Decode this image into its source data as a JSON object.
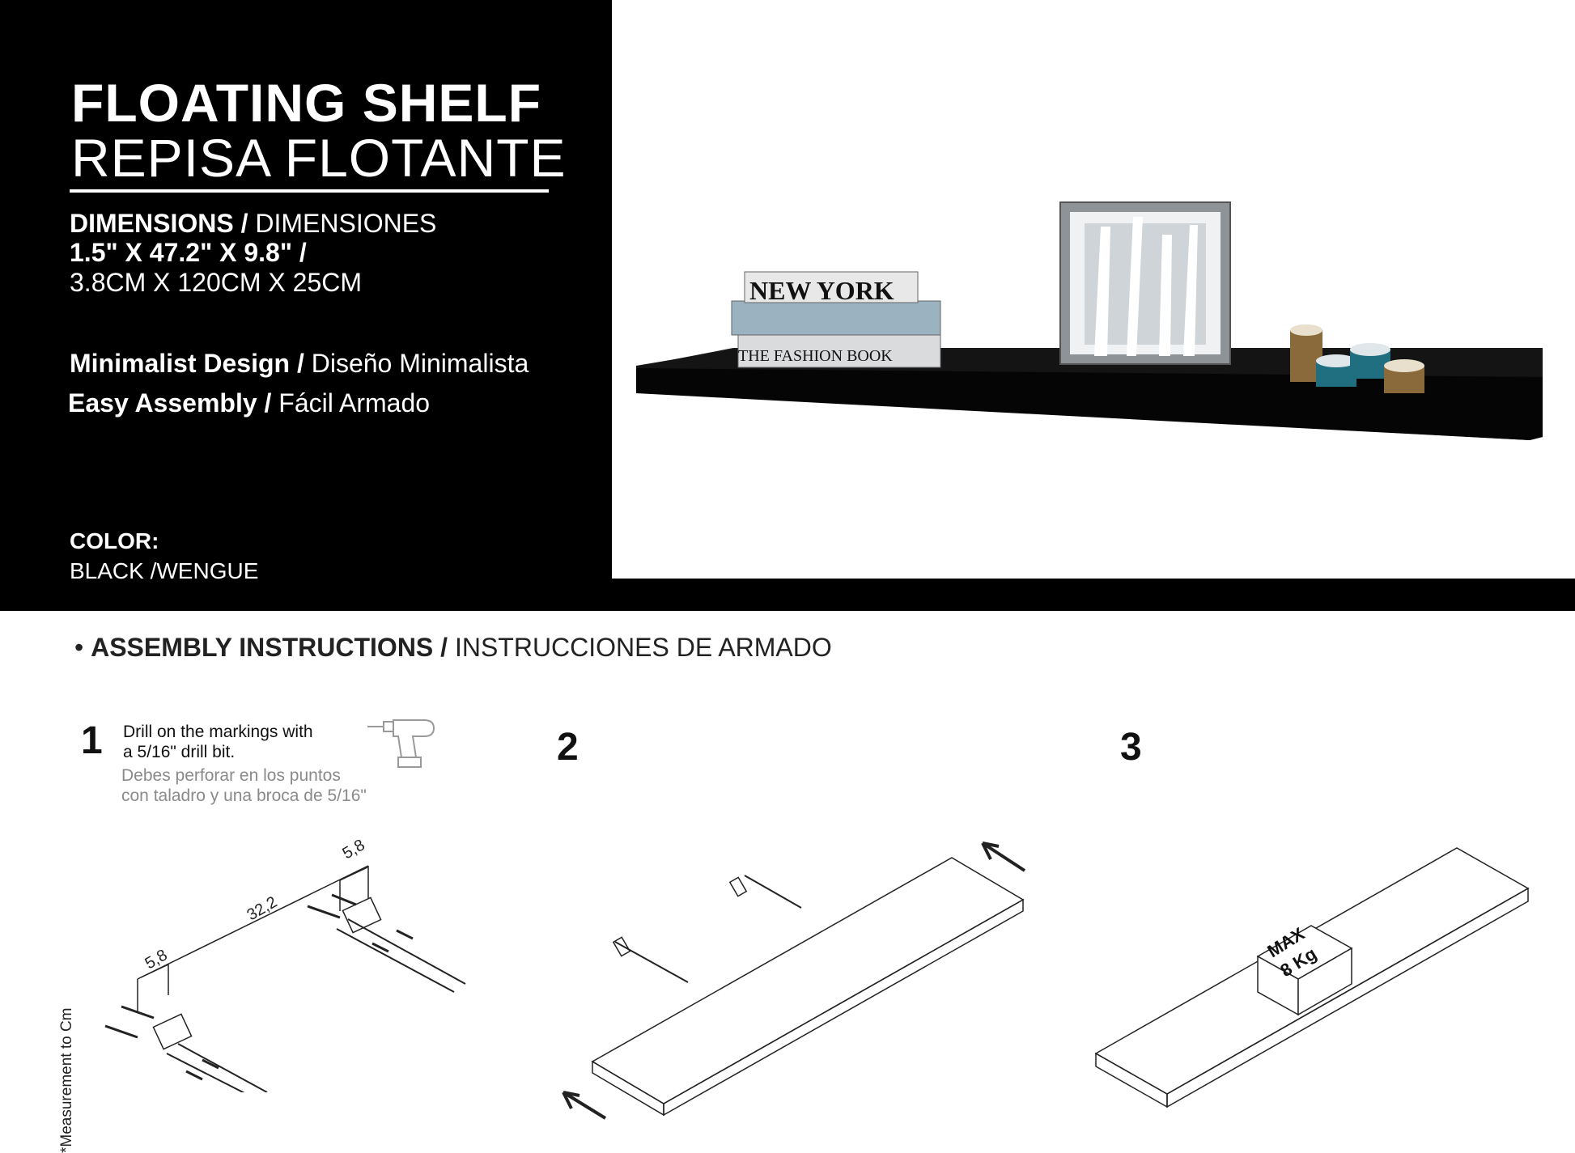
{
  "product": {
    "title_en": "FLOATING SHELF",
    "title_es": "REPISA FLOTANTE",
    "dimensions_label_en": "DIMENSIONS",
    "dimensions_sep": " / ",
    "dimensions_label_es": "DIMENSIONES",
    "dimensions_in": "1.5\" X 47.2\" X 9.8\" /",
    "dimensions_cm": "3.8CM X 120CM X 25CM",
    "feature1_en": "Minimalist Design",
    "feature1_sep": " / ",
    "feature1_es": "Diseño Minimalista",
    "feature2_en": "Easy Assembly",
    "feature2_sep": " / ",
    "feature2_es": "Fácil Armado",
    "color_label": "COLOR:",
    "color_value": "BLACK /WENGUE"
  },
  "photo": {
    "book_top": "NEW YORK",
    "book_bottom": "THE FASHION BOOK"
  },
  "instructions": {
    "bullet": "• ",
    "title_en": "ASSEMBLY INSTRUCTIONS",
    "title_sep": " / ",
    "title_es": "INSTRUCCIONES DE ARMADO",
    "side_note": "*Measurement to Cm",
    "step1": {
      "number": "1",
      "text_en": "Drill on the markings with\na 5/16\" drill bit.",
      "text_es": "Debes perforar en los puntos\ncon taladro y una broca de 5/16\"",
      "dim_left": "5,8",
      "dim_middle": "32,2",
      "dim_right": "5,8"
    },
    "step2": {
      "number": "2"
    },
    "step3": {
      "number": "3",
      "max_label": "MAX",
      "max_value": "8 Kg"
    }
  },
  "colors": {
    "panel": "#000000",
    "shelf": "#111111",
    "frame": "#9a9ea3",
    "gold_block": "#8a6a3a",
    "teal_block": "#1f6f80"
  }
}
